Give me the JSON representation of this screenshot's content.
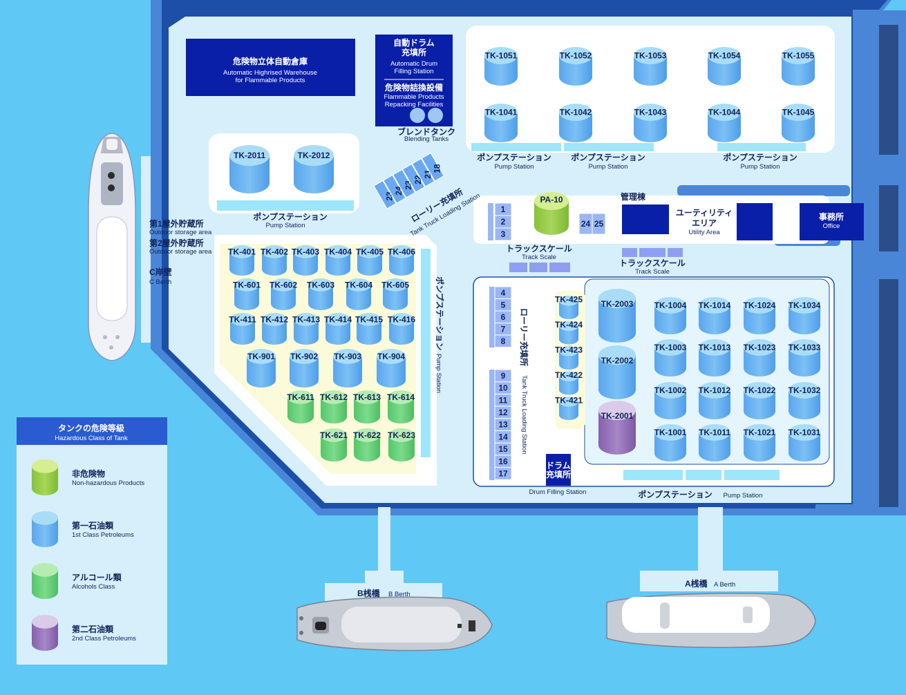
{
  "colors": {
    "sea": "#5fc8f5",
    "land_edge": "#4a86d8",
    "land_edge_dark": "#1d4fa8",
    "land": "#d6effa",
    "yard": "#ffffff",
    "yard_yellow": "#fbfbd9",
    "navy_box": "#0a1fa8",
    "pump_bar": "#9ee6fb",
    "track_scale": "#8f9ff0",
    "tank_1st_top": "#a8dcf7",
    "tank_1st_side": "#5fa8ef",
    "tank_alcohol_top": "#b6ecb2",
    "tank_alcohol_side": "#5cca72",
    "tank_nonhaz_top": "#d5ee90",
    "tank_nonhaz_side": "#8cc63c",
    "tank_2nd_top": "#dacbe8",
    "tank_2nd_side": "#8d64b2"
  },
  "buildings": {
    "warehouse": {
      "jp": "危険物立体自動倉庫",
      "en1": "Automatic Highrised Warehouse",
      "en2": "for Flammable Products"
    },
    "drum_filling": {
      "jp1": "自動ドラム",
      "jp2": "充填所",
      "en1": "Automatic Drum",
      "en2": "Filling Station"
    },
    "repacking": {
      "jp": "危険物詰換設備",
      "en1": "Flammable Products",
      "en2": "Repacking Facilities"
    },
    "blending": {
      "jp": "ブレンドタンク",
      "en": "Blending Tanks"
    },
    "management": {
      "jp": "管理棟"
    },
    "utility": {
      "jp1": "ユーティリティ",
      "jp2": "エリア",
      "en": "Utility Area"
    },
    "office": {
      "jp": "事務所",
      "en": "Office"
    },
    "drum_station": {
      "jp1": "ドラム",
      "jp2": "充填所",
      "en": "Drum Filling Station"
    }
  },
  "pump_station": {
    "jp": "ポンプステーション",
    "en": "Pump Station"
  },
  "track_scale": {
    "jp": "トラックスケール",
    "en": "Track Scale"
  },
  "loading": {
    "jp": "ローリー充填所",
    "en": "Tank Truck Loading Station"
  },
  "outdoor": {
    "area1": "第1屋外貯蔵所",
    "area2": "第2屋外貯蔵所",
    "en": "Outdoor storage area"
  },
  "berths": {
    "c": {
      "jp": "C岸壁",
      "en": "C Berth"
    },
    "b": {
      "jp": "B桟橋",
      "en": "B Berth"
    },
    "a": {
      "jp": "A桟橋",
      "en": "A Berth"
    }
  },
  "legend": {
    "title_jp": "タンクの危険等級",
    "title_en": "Hazardous Class of Tank",
    "items": [
      {
        "class": "nonhaz",
        "jp": "非危険物",
        "en": "Non-hazardous Products"
      },
      {
        "class": "first",
        "jp": "第一石油類",
        "en": "1st Class Petroleums"
      },
      {
        "class": "alcohol",
        "jp": "アルコール類",
        "en": "Alcohols Class"
      },
      {
        "class": "second",
        "jp": "第二石油類",
        "en": "2nd Class Petroleums"
      }
    ]
  },
  "tanks": {
    "north": [
      {
        "id": "TK-1051",
        "class": "first"
      },
      {
        "id": "TK-1052",
        "class": "first"
      },
      {
        "id": "TK-1053",
        "class": "first"
      },
      {
        "id": "TK-1054",
        "class": "first"
      },
      {
        "id": "TK-1055",
        "class": "first"
      },
      {
        "id": "TK-1041",
        "class": "first"
      },
      {
        "id": "TK-1042",
        "class": "first"
      },
      {
        "id": "TK-1043",
        "class": "first"
      },
      {
        "id": "TK-1044",
        "class": "first"
      },
      {
        "id": "TK-1045",
        "class": "first"
      }
    ],
    "west_large": [
      {
        "id": "TK-2011",
        "class": "first"
      },
      {
        "id": "TK-2012",
        "class": "first"
      }
    ],
    "west": [
      {
        "id": "TK-401",
        "class": "first"
      },
      {
        "id": "TK-402",
        "class": "first"
      },
      {
        "id": "TK-403",
        "class": "first"
      },
      {
        "id": "TK-404",
        "class": "first"
      },
      {
        "id": "TK-405",
        "class": "first"
      },
      {
        "id": "TK-406",
        "class": "first"
      },
      {
        "id": "TK-601",
        "class": "first"
      },
      {
        "id": "TK-602",
        "class": "first"
      },
      {
        "id": "TK-603",
        "class": "first"
      },
      {
        "id": "TK-604",
        "class": "first"
      },
      {
        "id": "TK-605",
        "class": "first"
      },
      {
        "id": "TK-411",
        "class": "first"
      },
      {
        "id": "TK-412",
        "class": "first"
      },
      {
        "id": "TK-413",
        "class": "first"
      },
      {
        "id": "TK-414",
        "class": "first"
      },
      {
        "id": "TK-415",
        "class": "first"
      },
      {
        "id": "TK-416",
        "class": "first"
      },
      {
        "id": "TK-901",
        "class": "first"
      },
      {
        "id": "TK-902",
        "class": "first"
      },
      {
        "id": "TK-903",
        "class": "first"
      },
      {
        "id": "TK-904",
        "class": "first"
      },
      {
        "id": "TK-611",
        "class": "alcohol"
      },
      {
        "id": "TK-612",
        "class": "alcohol"
      },
      {
        "id": "TK-613",
        "class": "alcohol"
      },
      {
        "id": "TK-614",
        "class": "alcohol"
      },
      {
        "id": "TK-621",
        "class": "alcohol"
      },
      {
        "id": "TK-622",
        "class": "alcohol"
      },
      {
        "id": "TK-623",
        "class": "alcohol"
      }
    ],
    "pa": [
      {
        "id": "PA-10",
        "class": "nonhaz"
      }
    ],
    "east_small": [
      {
        "id": "TK-425",
        "class": "first"
      },
      {
        "id": "TK-424",
        "class": "first"
      },
      {
        "id": "TK-423",
        "class": "first"
      },
      {
        "id": "TK-422",
        "class": "first"
      },
      {
        "id": "TK-421",
        "class": "first"
      }
    ],
    "east_large": [
      {
        "id": "TK-2003",
        "class": "first"
      },
      {
        "id": "TK-2002",
        "class": "first"
      },
      {
        "id": "TK-2001",
        "class": "second"
      }
    ],
    "east": [
      {
        "id": "TK-1004",
        "class": "first"
      },
      {
        "id": "TK-1014",
        "class": "first"
      },
      {
        "id": "TK-1024",
        "class": "first"
      },
      {
        "id": "TK-1034",
        "class": "first"
      },
      {
        "id": "TK-1003",
        "class": "first"
      },
      {
        "id": "TK-1013",
        "class": "first"
      },
      {
        "id": "TK-1023",
        "class": "first"
      },
      {
        "id": "TK-1033",
        "class": "first"
      },
      {
        "id": "TK-1002",
        "class": "first"
      },
      {
        "id": "TK-1012",
        "class": "first"
      },
      {
        "id": "TK-1022",
        "class": "first"
      },
      {
        "id": "TK-1032",
        "class": "first"
      },
      {
        "id": "TK-1001",
        "class": "first"
      },
      {
        "id": "TK-1011",
        "class": "first"
      },
      {
        "id": "TK-1021",
        "class": "first"
      },
      {
        "id": "TK-1031",
        "class": "first"
      }
    ]
  },
  "blending_tank_numbers": [
    "23",
    "24",
    "23",
    "22",
    "21",
    "18"
  ],
  "loading_bays_top": [
    "1",
    "2",
    "3"
  ],
  "bays_24_25": [
    "24",
    "25"
  ],
  "loading_bays_east_a": [
    "4",
    "5",
    "6",
    "7",
    "8"
  ],
  "loading_bays_east_b": [
    "9",
    "10",
    "11",
    "12",
    "13",
    "14",
    "15",
    "16",
    "17"
  ]
}
